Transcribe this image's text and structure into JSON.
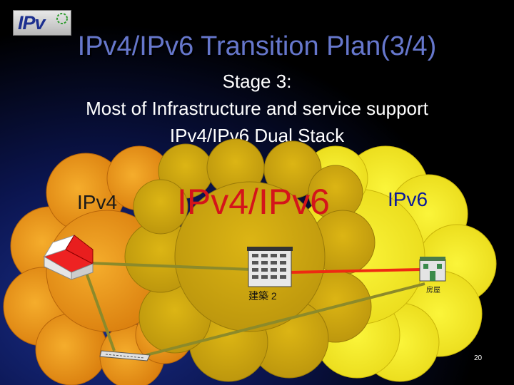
{
  "logo": {
    "text": "IPv"
  },
  "title": "IPv4/IPv6 Transition Plan(3/4)",
  "subtitle": {
    "line1": "Stage 3:",
    "line2": "Most of Infrastructure and service support",
    "line3": "IPv4/IPv6 Dual Stack"
  },
  "diagram": {
    "cloud_left_label": "IPv4",
    "cloud_center_label": "IPv4/IPv6",
    "cloud_right_label": "IPv6",
    "building_caption": "建築 2",
    "house_caption": "房屋",
    "colors": {
      "ipv4_cloud": "#e8920e",
      "dual_cloud": "#c9a70e",
      "ipv6_cloud": "#f2ee1e",
      "link_olive": "#8c8a2a",
      "link_red": "#ee2a12",
      "roof_red": "#e81e1e"
    }
  },
  "page_number": "20"
}
